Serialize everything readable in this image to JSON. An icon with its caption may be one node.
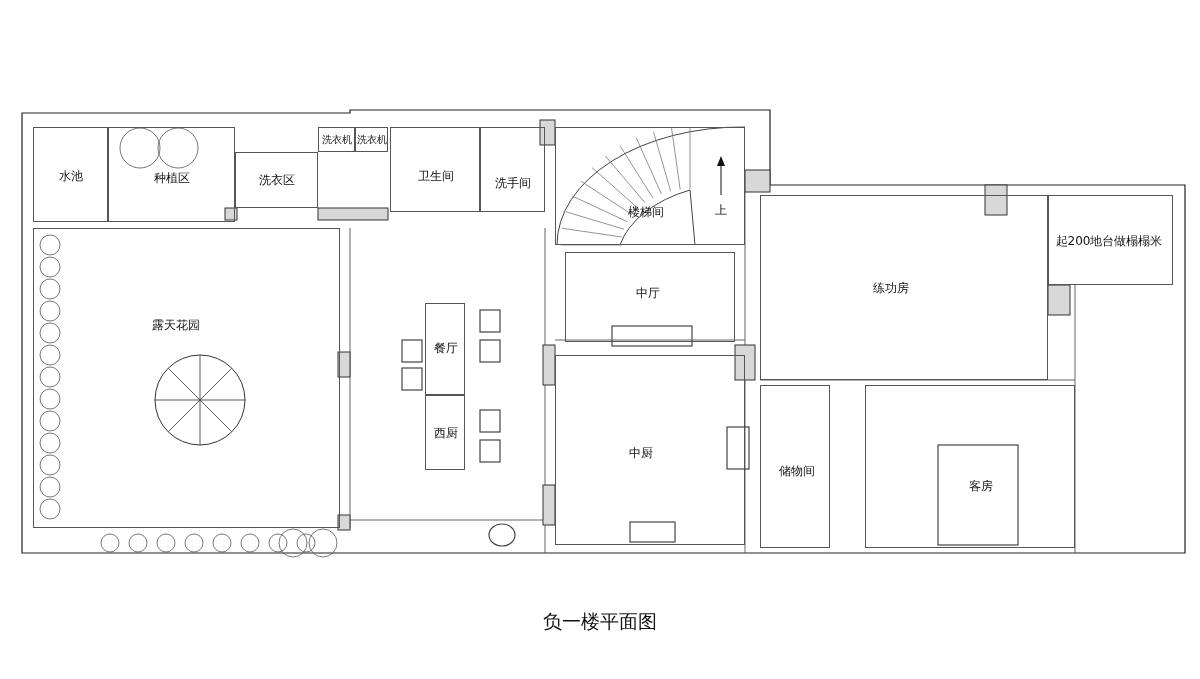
{
  "diagram": {
    "title": "负一楼平面图",
    "nodes": [
      {
        "text": [
          "水池"
        ]
      },
      {
        "text": [
          "种植区"
        ]
      },
      {
        "text": [
          "洗衣区"
        ]
      },
      {
        "text": [
          "洗衣机"
        ]
      },
      {
        "text": [
          "洗衣机"
        ]
      },
      {
        "text": [
          "卫生间"
        ]
      },
      {
        "text": [
          "洗手间"
        ]
      },
      {
        "text": [
          "楼梯间"
        ]
      },
      {
        "text": [
          "露天花园"
        ]
      },
      {
        "text": [
          "餐厅"
        ]
      },
      {
        "text": [
          "西厨"
        ]
      },
      {
        "text": [
          "中厅"
        ]
      },
      {
        "text": [
          "练功房"
        ]
      },
      {
        "text": [
          "起200地台做榻榻米"
        ]
      },
      {
        "text": [
          "中厨"
        ]
      },
      {
        "text": [
          "储物间"
        ]
      },
      {
        "text": [
          "客房"
        ]
      }
    ],
    "edges": [],
    "labels": [
      "上"
    ]
  }
}
